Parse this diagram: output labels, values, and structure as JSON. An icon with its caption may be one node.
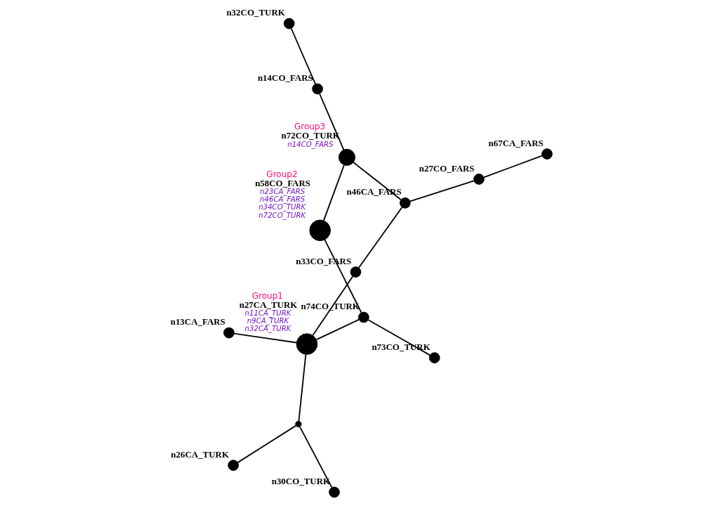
{
  "diagram": {
    "nodes": [
      {
        "text": [],
        "shape": "circle",
        "beside": [
          "n32CO_TURK"
        ]
      },
      {
        "text": [],
        "shape": "circle",
        "beside": [
          "n14CO_FARS"
        ]
      },
      {
        "text": [],
        "shape": "circle",
        "beside": [
          "Group3",
          "n72CO_TURK",
          "n14CO_FARS"
        ]
      },
      {
        "text": [],
        "shape": "circle",
        "beside": [
          "n46CA_FARS"
        ]
      },
      {
        "text": [],
        "shape": "circle",
        "beside": [
          "n33CO_FARS"
        ]
      },
      {
        "text": [],
        "shape": "circle",
        "beside": [
          "n26CA_TURK"
        ]
      },
      {
        "text": [],
        "shape": "circle"
      },
      {
        "text": [],
        "shape": "circle",
        "beside": [
          "n30CO_TURK"
        ]
      },
      {
        "text": [],
        "shape": "circle",
        "beside": [
          "Group1",
          "n27CA_TURK",
          "n11CA_TURK",
          "n9CA_TURK",
          "n32CA_TURK"
        ]
      },
      {
        "text": [],
        "shape": "circle",
        "beside": [
          "Group2",
          "n58CO_FARS",
          "n23CA_FARS",
          "n46CA_FARS",
          "n34CO_TURK",
          "n72CO_TURK"
        ]
      },
      {
        "text": [],
        "shape": "circle",
        "beside": [
          "n74CO_TURK"
        ]
      },
      {
        "text": [],
        "shape": "circle",
        "beside": [
          "n13CA_FARS"
        ]
      },
      {
        "text": [],
        "shape": "circle",
        "beside": [
          "n27CO_FARS"
        ]
      },
      {
        "text": [],
        "shape": "circle",
        "beside": [
          "n73CO_TURK"
        ]
      },
      {
        "text": [],
        "shape": "circle",
        "beside": [
          "n67CA_FARS"
        ]
      }
    ],
    "edges": [
      {
        "from": 0,
        "to": 1,
        "arrow": "none"
      },
      {
        "from": 1,
        "to": 2,
        "arrow": "none"
      },
      {
        "from": 2,
        "to": 3,
        "arrow": "none"
      },
      {
        "from": 2,
        "to": 9,
        "arrow": "none"
      },
      {
        "from": 3,
        "to": 4,
        "arrow": "none"
      },
      {
        "from": 3,
        "to": 12,
        "arrow": "none"
      },
      {
        "from": 4,
        "to": 8,
        "arrow": "none"
      },
      {
        "from": 8,
        "to": 6,
        "arrow": "none"
      },
      {
        "from": 6,
        "to": 5,
        "arrow": "none"
      },
      {
        "from": 6,
        "to": 7,
        "arrow": "none"
      },
      {
        "from": 8,
        "to": 11,
        "arrow": "none"
      },
      {
        "from": 8,
        "to": 10,
        "arrow": "none"
      },
      {
        "from": 9,
        "to": 10,
        "arrow": "none"
      },
      {
        "from": 10,
        "to": 13,
        "arrow": "none"
      },
      {
        "from": 12,
        "to": 14,
        "arrow": "none"
      }
    ]
  }
}
